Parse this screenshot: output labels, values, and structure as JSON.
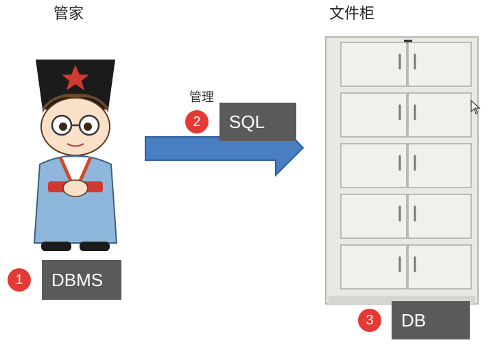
{
  "steward": {
    "title": "管家",
    "label": "DBMS",
    "step": "1"
  },
  "arrow": {
    "caption": "管理",
    "label": "SQL",
    "step": "2",
    "color": "#4a7ec2"
  },
  "cabinet": {
    "title": "文件柜",
    "label": "DB",
    "step": "3",
    "color": "#e6e6e0"
  },
  "colors": {
    "badge": "#e53935",
    "label_bg": "#5a5a5a"
  }
}
